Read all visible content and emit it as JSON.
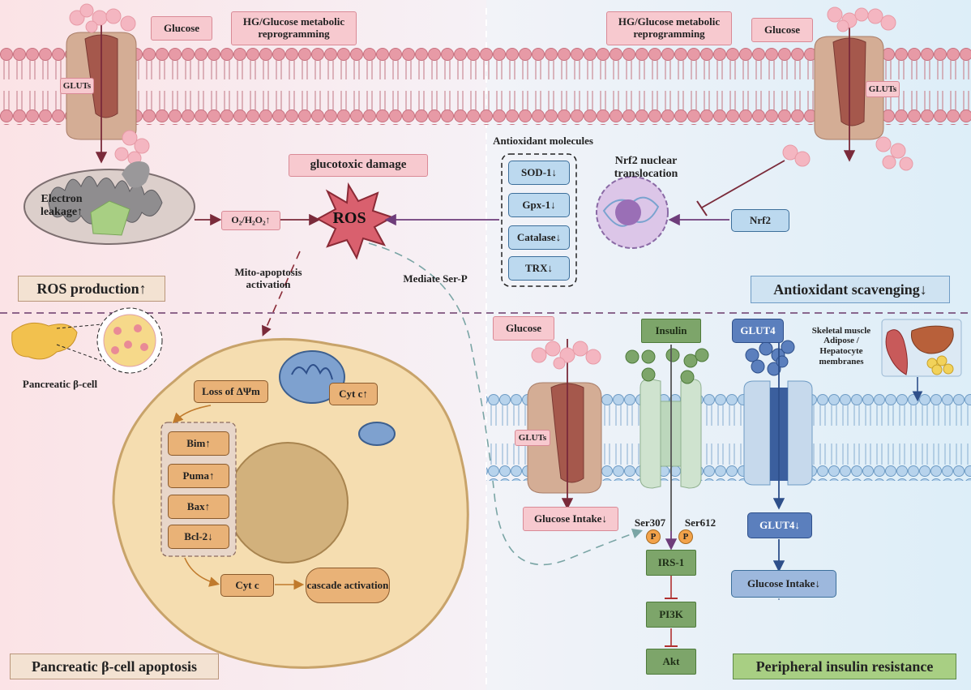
{
  "top_left": {
    "glucose": "Glucose",
    "hg_reprogramming": "HG/Glucose metabolic reprogramming",
    "gluts": "GLUTs",
    "electron_leakage": "Electron leakage↑",
    "o2_h2o2": "O₂/H₂O₂↑",
    "glucotoxic": "glucotoxic damage",
    "ros": "ROS",
    "section": "ROS production↑"
  },
  "top_right": {
    "glucose": "Glucose",
    "hg_reprogramming": "HG/Glucose metabolic reprogramming",
    "gluts": "GLUTs",
    "antioxidant_title": "Antioxidant molecules",
    "antioxidants": [
      "SOD-1↓",
      "Gpx-1↓",
      "Catalase↓",
      "TRX↓"
    ],
    "nrf2_translocation": "Nrf2 nuclear translocation",
    "nrf2": "Nrf2",
    "section": "Antioxidant scavenging↓"
  },
  "middle": {
    "mito_apoptosis": "Mito-apoptosis activation",
    "mediate_serp": "Mediate Ser-P"
  },
  "bottom_left": {
    "beta_cell": "Pancreatic β-cell",
    "loss_dpsi": "Loss of ΔΨm",
    "cytc_up": "Cyt c↑",
    "bcl_family": [
      "Bim↑",
      "Puma↑",
      "Bax↑",
      "Bcl-2↓"
    ],
    "cytc": "Cyt c",
    "cascade": "cascade activation",
    "section": "Pancreatic β-cell apoptosis"
  },
  "bottom_right": {
    "glucose": "Glucose",
    "gluts": "GLUTs",
    "glucose_intake": "Glucose Intake↓",
    "insulin": "Insulin",
    "ser307": "Ser307",
    "ser612": "Ser612",
    "p": "P",
    "irs1": "IRS-1",
    "pi3k": "PI3K",
    "akt": "Akt",
    "glut4": "GLUT4",
    "glut4_down": "GLUT4↓",
    "glucose_intake2": "Glucose Intake↓",
    "tissues": "Skeletal muscle Adipose / Hepatocyte membranes",
    "section": "Peripheral insulin resistance"
  },
  "colors": {
    "pink_label": "#f7c9cf",
    "blue_label": "#bcd9ef",
    "brown_label": "#e9b277",
    "green_label": "#7da56a",
    "navy_label": "#5b7fbd",
    "ros_star": "#d9606e"
  }
}
